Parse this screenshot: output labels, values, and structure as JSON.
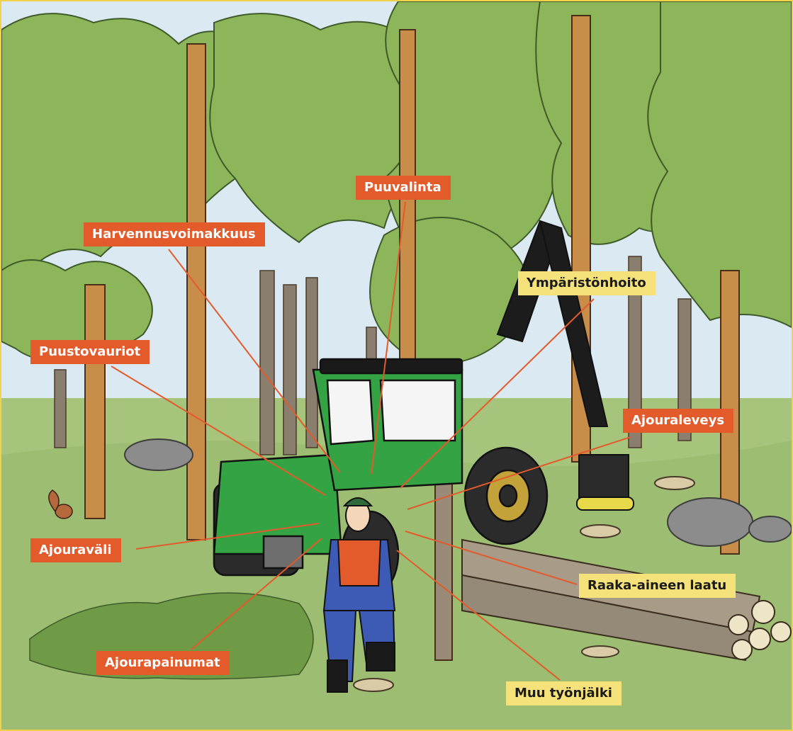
{
  "colors": {
    "sky": "#dbeaf2",
    "ground": "#a7c47c",
    "foliage": "#8db65a",
    "trunk": "#c98d4a",
    "machine": "#33a343",
    "label_red": "#e35a2b",
    "label_yellow": "#f6e27a",
    "frame": "#f2d24b",
    "leader_line": "#e35a2b"
  },
  "labels": {
    "puuvalinta": "Puuvalinta",
    "harvennusvoimakkuus": "Harvennusvoimakkuus",
    "ymparistonhoito": "Ympäristönhoito",
    "puustovauriot": "Puustovauriot",
    "ajouraleveys": "Ajouraleveys",
    "ajouravali": "Ajouraväli",
    "raaka_aineen_laatu": "Raaka-aineen laatu",
    "ajourapainumat": "Ajourapainumat",
    "muu_tyonjalki": "Muu työnjälki"
  }
}
